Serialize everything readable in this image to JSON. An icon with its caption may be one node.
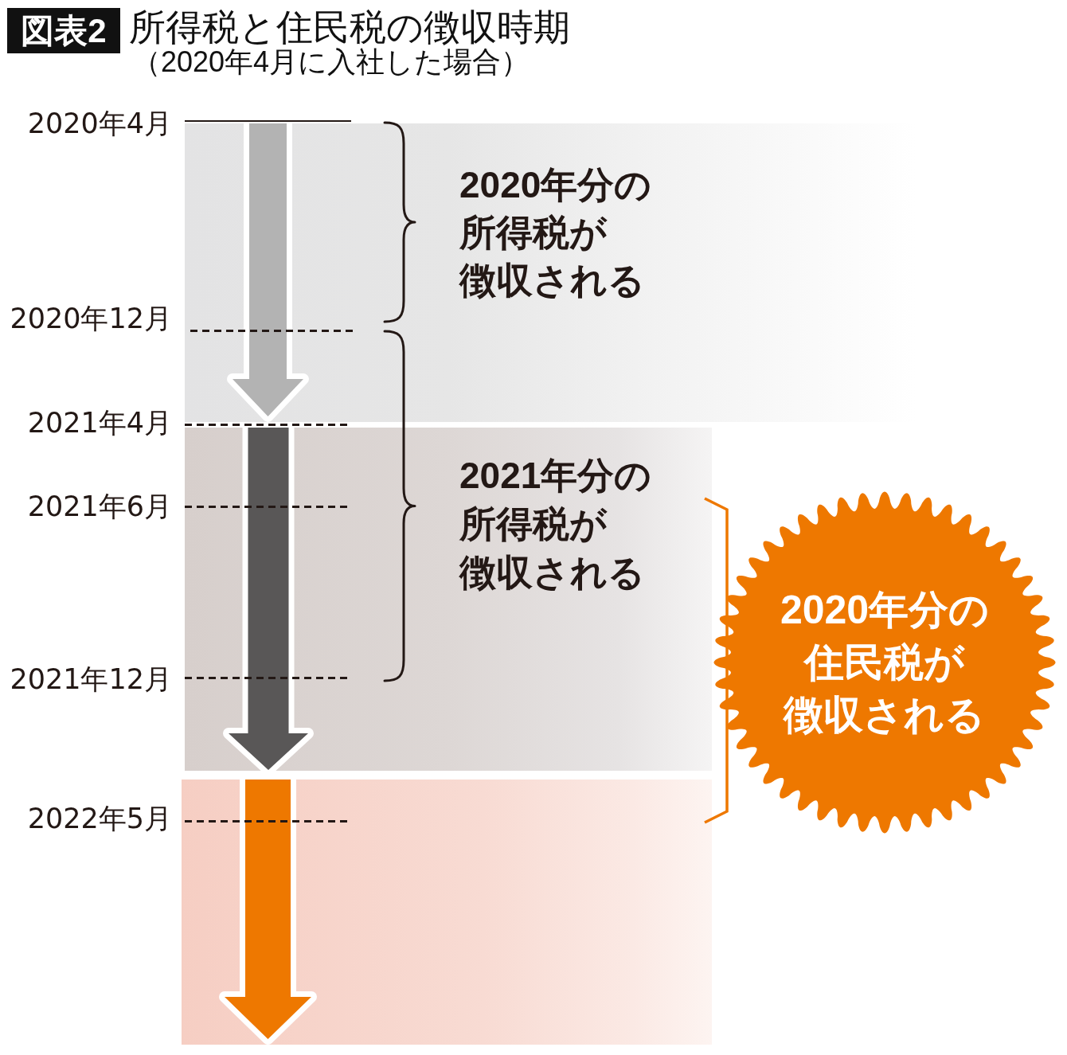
{
  "diagram": {
    "title": "所得税と住民税の徴収時期",
    "nodes": [
      {
        "text": [
          "2020年分の所得税が徴収される"
        ]
      },
      {
        "text": [],
        "shape": "arrow",
        "in": 0
      },
      {
        "text": [
          "2021年分の所得税が徴収される"
        ]
      },
      {
        "text": [],
        "shape": "band"
      },
      {
        "text": [],
        "shape": "arrow",
        "in": 3
      },
      {
        "text": [
          "2020年分の住民税が徴収される"
        ]
      }
    ],
    "edges": [
      {
        "from": 1,
        "to": 4,
        "arrow": "to"
      }
    ],
    "labels": [
      "図表2",
      "（2020年4月に入社した場合）",
      "2020年4月",
      "2020年12月",
      "2021年4月",
      "2021年6月",
      "2021年12月",
      "2022年5月"
    ]
  }
}
